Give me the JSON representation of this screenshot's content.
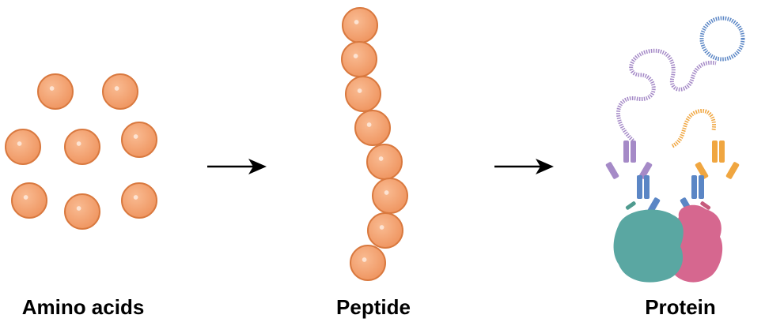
{
  "labels": {
    "amino_acids": "Amino acids",
    "peptide": "Peptide",
    "protein": "Protein"
  },
  "colors": {
    "bead_fill": "#f4a06e",
    "bead_stroke": "#d9793f",
    "bead_highlight": "#fde3d2",
    "arrow": "#000000",
    "chain_purple": "#a58ac7",
    "chain_blue": "#5b86c5",
    "chain_orange": "#f0a640",
    "blob_teal": "#5aa7a2",
    "blob_pink": "#d6678f"
  },
  "icons": {
    "amino_acid": "orange-sphere-icon",
    "arrow": "right-arrow-icon",
    "protein": "protein-complex-icon"
  }
}
